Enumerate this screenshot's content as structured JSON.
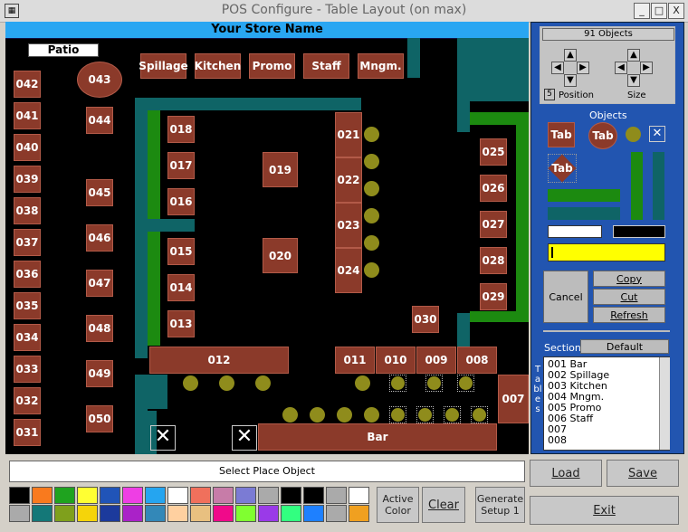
{
  "window": {
    "title": "POS Configure - Table Layout (on max)",
    "min_glyph": "_",
    "max_glyph": "□",
    "close_glyph": "X"
  },
  "floor": {
    "store_name": "Your Store Name",
    "patio_label": "Patio",
    "function_buttons": [
      "Spillage",
      "Kitchen",
      "Promo",
      "Staff",
      "Mngm."
    ],
    "tables": [
      "042",
      "041",
      "040",
      "039",
      "038",
      "037",
      "036",
      "035",
      "034",
      "033",
      "032",
      "031",
      "043",
      "044",
      "045",
      "046",
      "047",
      "048",
      "049",
      "050",
      "018",
      "017",
      "016",
      "015",
      "014",
      "013",
      "019",
      "020",
      "021",
      "022",
      "023",
      "024",
      "025",
      "026",
      "027",
      "028",
      "029",
      "030",
      "012",
      "011",
      "010",
      "009",
      "008",
      "007",
      "Bar"
    ],
    "delete_glyph": "✕"
  },
  "sidebar": {
    "object_count": "91 Objects",
    "step_value": "5",
    "position_label": "Position",
    "size_label": "Size",
    "objects_label": "Objects",
    "tab_label": "Tab",
    "copy": "Copy",
    "cut": "Cut",
    "refresh": "Refresh",
    "cancel": "Cancel",
    "section_label": "Section",
    "section_value": "Default",
    "tables_vertical": "Tables",
    "section_items": [
      "001 Bar",
      "002 Spillage",
      "003 Kitchen",
      "004 Mngm.",
      "005 Promo",
      "006 Staff",
      "007",
      "008"
    ]
  },
  "bottom": {
    "status": "Select Place Object",
    "load": "Load",
    "save": "Save",
    "exit": "Exit",
    "active_color": "Active Color",
    "clear": "Clear",
    "generate_setup": "Generate Setup 1",
    "palette_row1": [
      "#000000",
      "#f97a1e",
      "#1fa31f",
      "#ffff33",
      "#2054b8",
      "#ee3ee4",
      "#25a5f0",
      "#ffffff",
      "#f0705c",
      "#c77ca8",
      "#7b7bd4",
      "#aaaaaa",
      "#000000",
      "#000000",
      "#aaaaaa",
      "#ffffff"
    ],
    "palette_row2": [
      "#aaaaaa",
      "#147878",
      "#7fa01c",
      "#f5d40a",
      "#1c3a9c",
      "#aa22c8",
      "#3388b8",
      "#ffd0a0",
      "#e8c080",
      "#f00a8a",
      "#80ff30",
      "#9a3ae8",
      "#32ff80",
      "#1e80ff",
      "#aaaaaa",
      "#f0a020"
    ]
  }
}
